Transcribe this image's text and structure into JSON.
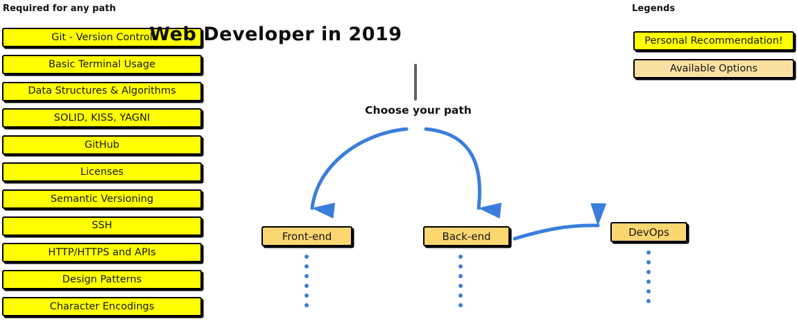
{
  "required": {
    "heading": "Required for any path",
    "items": [
      {
        "label": "Git - Version Control"
      },
      {
        "label": "Basic Terminal Usage"
      },
      {
        "label": "Data Structures & Algorithms"
      },
      {
        "label": "SOLID, KISS, YAGNI"
      },
      {
        "label": "GitHub"
      },
      {
        "label": "Licenses"
      },
      {
        "label": "Semantic Versioning"
      },
      {
        "label": "SSH"
      },
      {
        "label": "HTTP/HTTPS and APIs"
      },
      {
        "label": "Design Patterns"
      },
      {
        "label": "Character Encodings"
      }
    ]
  },
  "center": {
    "title": "Web Developer in 2019",
    "choose_path_label": "Choose your path",
    "trunk_icon": "vertical-line-icon",
    "nodes": [
      {
        "id": "frontend",
        "label": "Front-end",
        "dots": 6
      },
      {
        "id": "backend",
        "label": "Back-end",
        "dots": 6
      },
      {
        "id": "devops",
        "label": "DevOps",
        "dots": 6
      }
    ],
    "arrows": [
      {
        "name": "arrow-to-frontend",
        "icon": "curved-arrow-down-left-icon"
      },
      {
        "name": "arrow-to-backend",
        "icon": "curved-arrow-down-right-icon"
      },
      {
        "name": "arrow-backend-to-devops",
        "icon": "curved-arrow-right-icon"
      }
    ]
  },
  "legends": {
    "heading": "Legends",
    "items": [
      {
        "label": "Personal Recommendation!",
        "color": "#ffff00"
      },
      {
        "label": "Available Options",
        "color": "#fae0a0"
      }
    ]
  },
  "colors": {
    "recommendation_yellow": "#ffff00",
    "option_tan": "#fcd670",
    "legend_tan": "#fae0a0",
    "arrow_blue": "#3b7ddd",
    "trunk_gray": "#636363",
    "outline_black": "#000000",
    "background": "#ffffff"
  }
}
